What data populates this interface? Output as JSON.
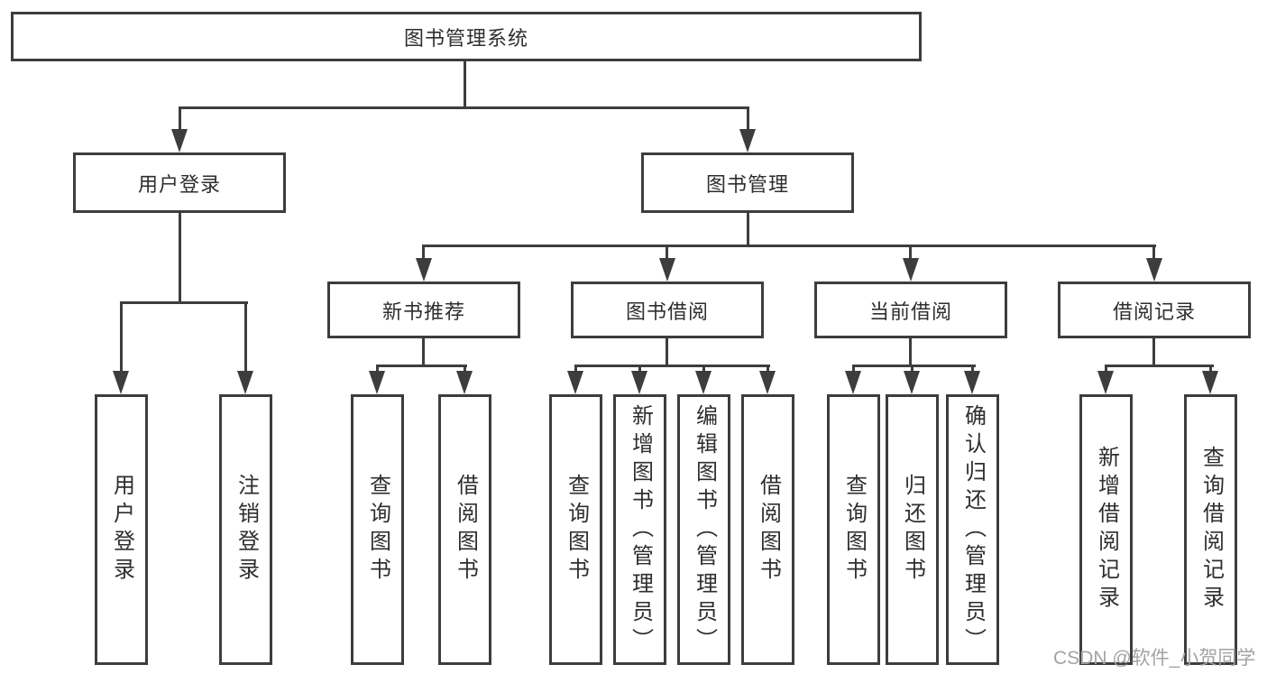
{
  "tree": {
    "root": "图书管理系统",
    "branches": [
      {
        "label": "用户登录",
        "children": [
          "用户登录",
          "注销登录"
        ]
      },
      {
        "label": "图书管理",
        "groups": [
          {
            "label": "新书推荐",
            "children": [
              "查询图书",
              "借阅图书"
            ]
          },
          {
            "label": "图书借阅",
            "children": [
              "查询图书",
              "新增图书（管理员）",
              "编辑图书（管理员）",
              "借阅图书"
            ]
          },
          {
            "label": "当前借阅",
            "children": [
              "查询图书",
              "归还图书",
              "确认归还（管理员）"
            ]
          },
          {
            "label": "借阅记录",
            "children": [
              "新增借阅记录",
              "查询借阅记录"
            ]
          }
        ]
      }
    ]
  },
  "watermark": "CSDN @软件_小贺同学",
  "colors": {
    "line": "#3d3d3d",
    "text": "#2e2e2e",
    "watermark": "#a3a3a3",
    "background": "#ffffff"
  }
}
